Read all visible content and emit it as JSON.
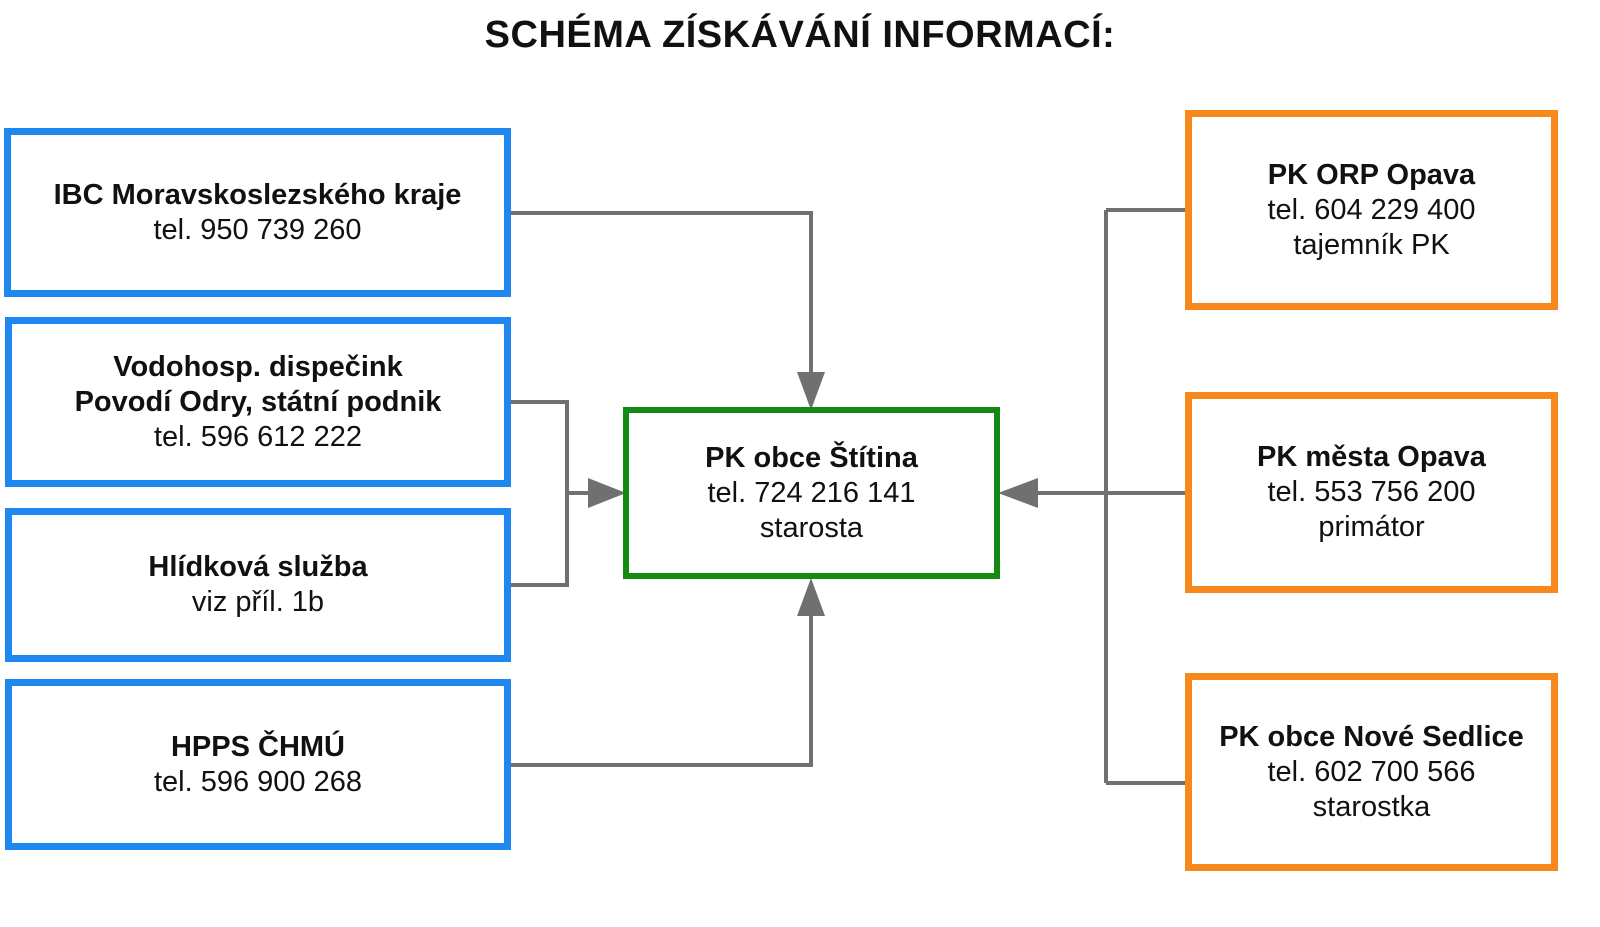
{
  "title": "SCHÉMA ZÍSKÁVÁNÍ INFORMACÍ:",
  "colors": {
    "source_border": "#1e88f0",
    "regional_border": "#f7891c",
    "central_border": "#148a14",
    "connector": "#707070"
  },
  "central": {
    "name": "PK obce Štítina",
    "phone": "tel. 724 216 141",
    "role": "starosta"
  },
  "sources_left": [
    {
      "name": "IBC Moravskoslezského kraje",
      "phone": "tel. 950 739 260"
    },
    {
      "name_line1": "Vodohosp. dispečink",
      "name_line2": "Povodí Odry, státní podnik",
      "phone": "tel. 596 612 222"
    },
    {
      "name": "Hlídková služba",
      "detail": "viz příl. 1b"
    },
    {
      "name": "HPPS ČHMÚ",
      "phone": "tel. 596 900 268"
    }
  ],
  "sources_right": [
    {
      "name": "PK ORP Opava",
      "phone": "tel. 604 229 400",
      "role": "tajemník PK"
    },
    {
      "name": "PK města Opava",
      "phone": "tel. 553 756 200",
      "role": "primátor"
    },
    {
      "name": "PK obce Nové Sedlice",
      "phone": "tel. 602 700 566",
      "role": "starostka"
    }
  ]
}
